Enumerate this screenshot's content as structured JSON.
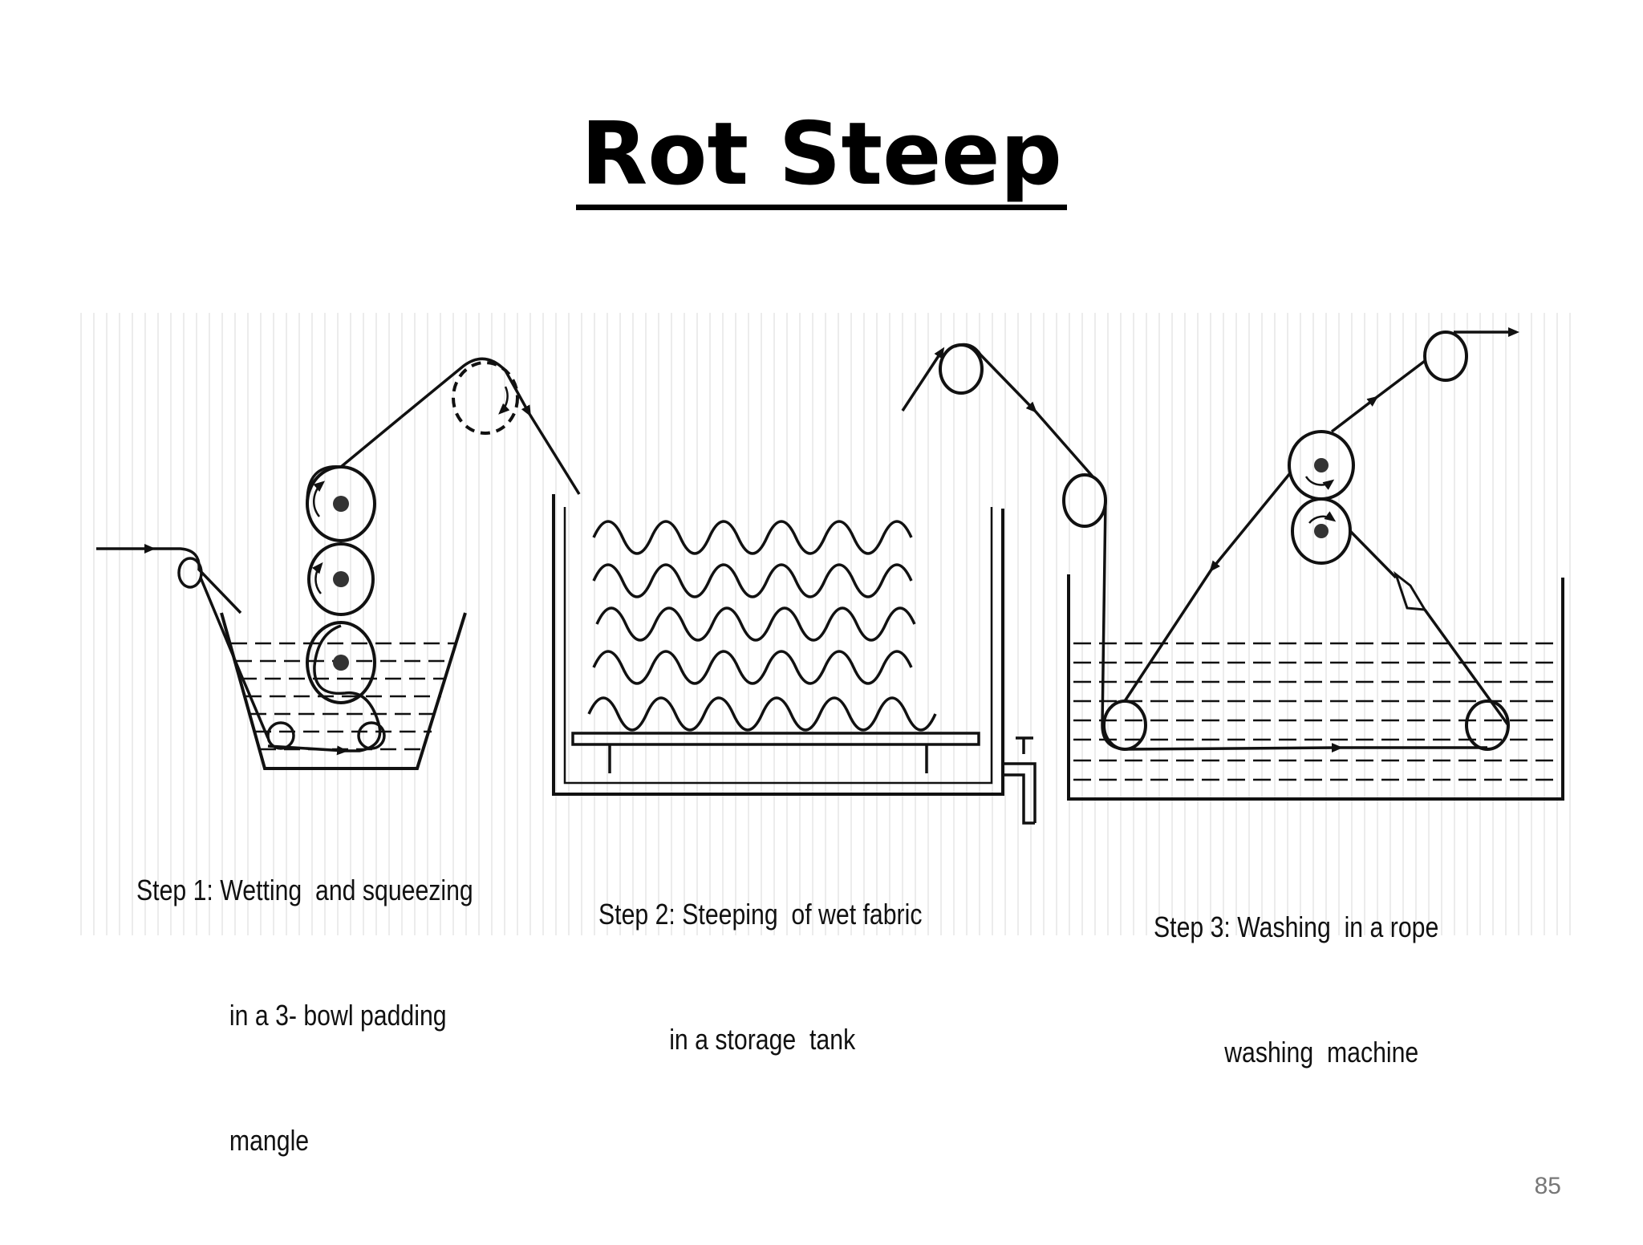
{
  "slide": {
    "title": "Rot Steep",
    "page_number": "85"
  },
  "steps": [
    {
      "label": "Step 1:",
      "lines": [
        "Wetting  and squeezing",
        "in a 3- bowl padding",
        "mangle"
      ]
    },
    {
      "label": "Step 2:",
      "lines": [
        "Steeping  of wet fabric",
        "in a storage  tank"
      ]
    },
    {
      "label": "Step 3:",
      "lines": [
        "Washing  in a rope",
        "washing  machine"
      ]
    }
  ],
  "colors": {
    "ink": "#111111",
    "background": "#ffffff",
    "stripe": "#ececec"
  }
}
